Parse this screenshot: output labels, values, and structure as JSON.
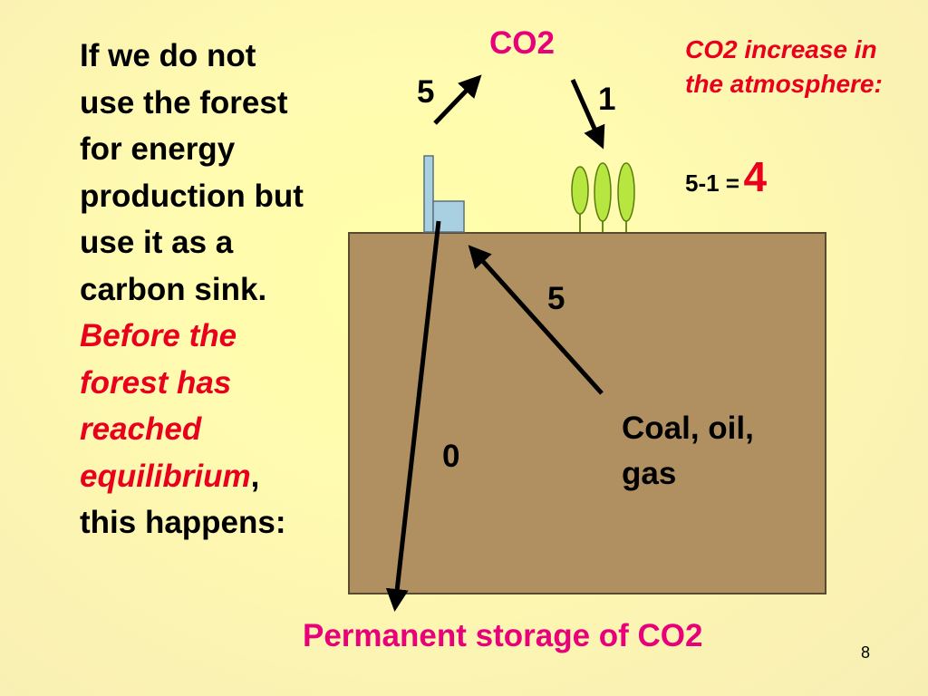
{
  "left_text": {
    "part1": "If we do not use the forest for energy production but use it as a carbon sink. ",
    "part2_red": "Before the forest has reached equilibrium",
    "part3": ", this happens:"
  },
  "co2_label": "CO2",
  "emission_value": "5",
  "uptake_value": "1",
  "fossil_value": "5",
  "storage_value": "0",
  "atmosphere": {
    "label": "CO2 increase in the atmosphere:",
    "calc_expr": "5-1 =",
    "result": "4"
  },
  "fossil_label": "Coal, oil, gas",
  "storage_label": "Permanent storage of CO2",
  "page_number": "8",
  "colors": {
    "accent_red": "#e8001c",
    "accent_pink": "#e8007a",
    "ground": "#b09060",
    "tree": "#b8e640",
    "factory": "#a8d0e0"
  }
}
